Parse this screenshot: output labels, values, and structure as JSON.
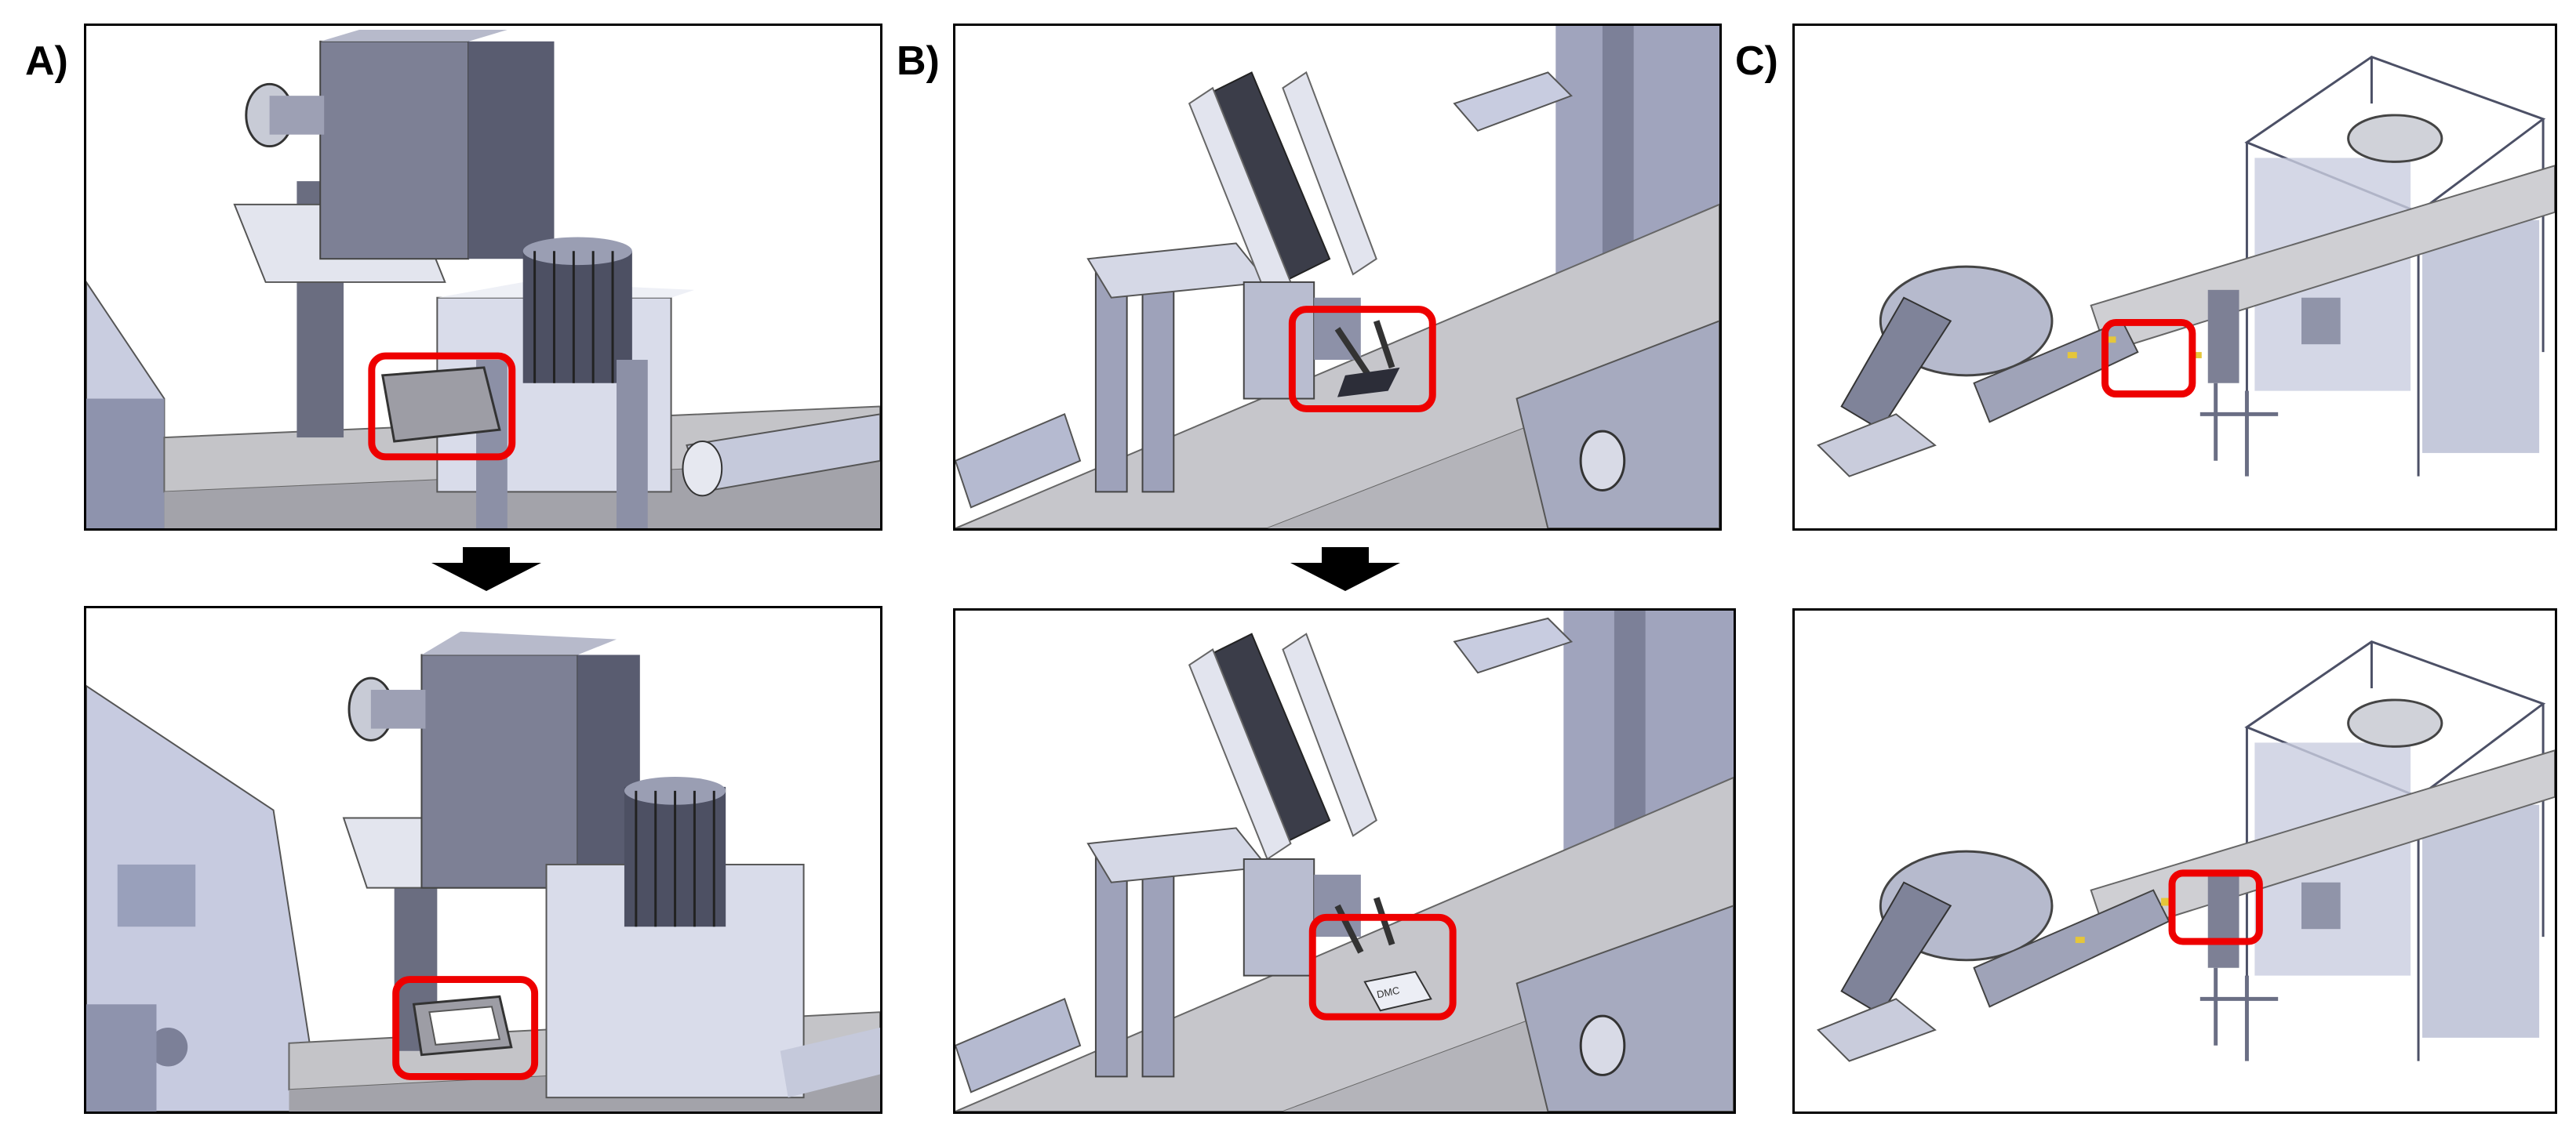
{
  "labels": {
    "a": "A)",
    "b": "B)",
    "c": "C)"
  },
  "tray_text": "DMC",
  "colors": {
    "highlight": "#ee0000",
    "machine_light": "#d7dbe8",
    "machine_mid": "#a9aec6",
    "machine_dark": "#5c6076",
    "belt": "#bdbdc2",
    "arrow": "#000000"
  },
  "icons": [
    "down-arrow-icon",
    "down-arrow-icon"
  ]
}
